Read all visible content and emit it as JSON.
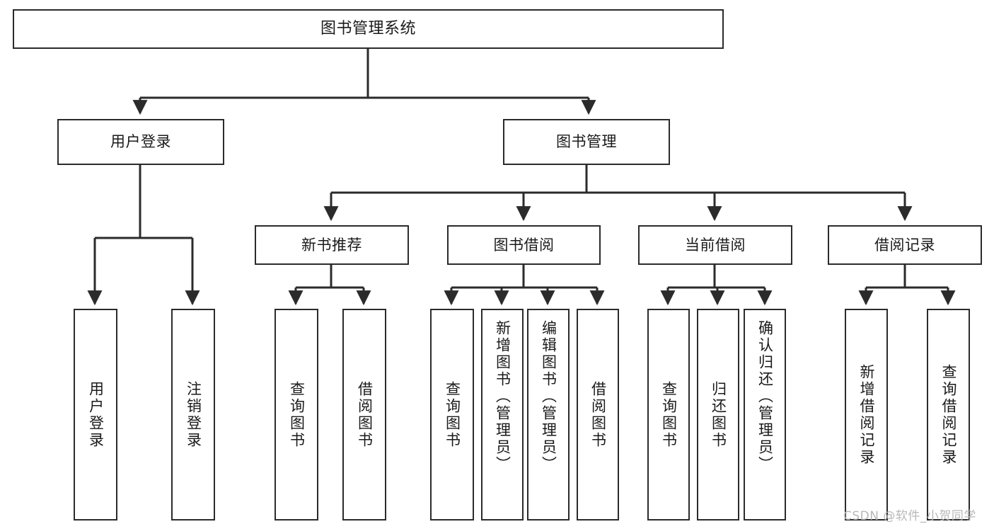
{
  "diagram": {
    "title": "图书管理系统",
    "type": "hierarchy-tree",
    "background_color": "#ffffff",
    "line_color": "#2b2b2b",
    "box_fill": "#ffffff",
    "text_color": "#1a1a1a"
  },
  "nodes": {
    "root": {
      "label": "图书管理系统",
      "level": 1
    },
    "level2": [
      {
        "label": "用户登录",
        "level": 2
      },
      {
        "label": "图书管理",
        "level": 2
      }
    ],
    "level3": [
      {
        "label": "新书推荐",
        "level": 3
      },
      {
        "label": "图书借阅",
        "level": 3
      },
      {
        "label": "当前借阅",
        "level": 3
      },
      {
        "label": "借阅记录",
        "level": 3
      }
    ],
    "leaves": {
      "user_login": [
        {
          "label": "用户登录"
        },
        {
          "label": "注销登录"
        }
      ],
      "new_book_recommend": [
        {
          "label": "查询图书"
        },
        {
          "label": "借阅图书"
        }
      ],
      "book_borrow": [
        {
          "label": "查询图书"
        },
        {
          "label": "新增图书（管理员）"
        },
        {
          "label": "编辑图书（管理员）"
        },
        {
          "label": "借阅图书"
        }
      ],
      "current_borrow": [
        {
          "label": "查询图书"
        },
        {
          "label": "归还图书"
        },
        {
          "label": "确认归还（管理员）"
        }
      ],
      "borrow_record": [
        {
          "label": "新增借阅记录"
        },
        {
          "label": "查询借阅记录"
        }
      ]
    }
  },
  "watermark": {
    "text": "CSDN @软件_小贺同学",
    "color": "#b8b8b8"
  }
}
